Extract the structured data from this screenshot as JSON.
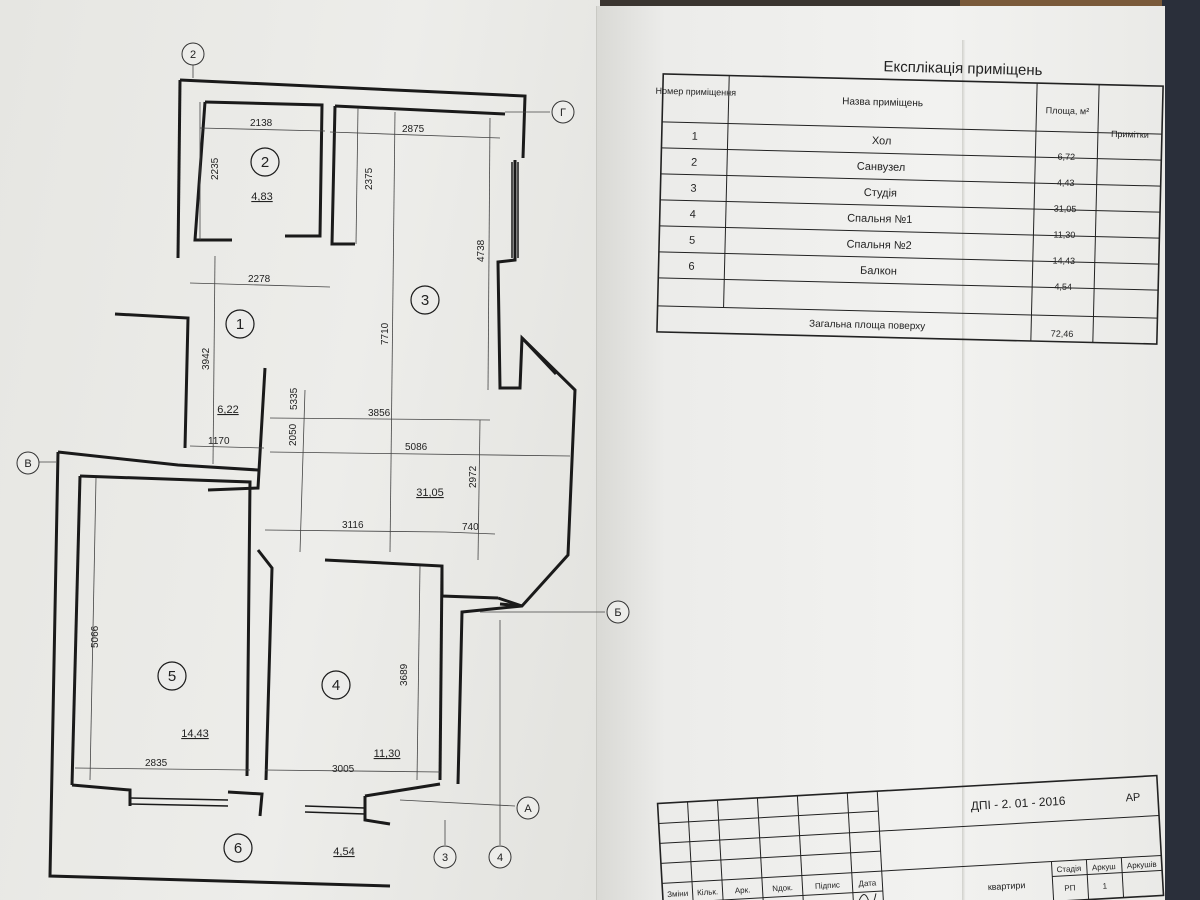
{
  "plan": {
    "axes": {
      "a2": "2",
      "g": "Г",
      "v": "В",
      "b": "Б",
      "a": "А",
      "a3": "3",
      "a4": "4"
    },
    "rooms": [
      {
        "num": "1",
        "area": "6,22"
      },
      {
        "num": "2",
        "area": "4,83"
      },
      {
        "num": "3",
        "area": "31,05"
      },
      {
        "num": "4",
        "area": "11,30"
      },
      {
        "num": "5",
        "area": "14,43"
      },
      {
        "num": "6",
        "area": "4,54"
      }
    ],
    "dims": {
      "d2138": "2138",
      "d2875": "2875",
      "d2235": "2235",
      "d2375": "2375",
      "d4738": "4738",
      "d2278": "2278",
      "d7710": "7710",
      "d3942": "3942",
      "d5335": "5335",
      "d2050": "2050",
      "d3856": "3856",
      "d1170": "1170",
      "d5086": "5086",
      "d2972": "2972",
      "d3116": "3116",
      "d740": "740",
      "d5066": "5066",
      "d3689": "3689",
      "d2835": "2835",
      "d3005": "3005"
    }
  },
  "explication": {
    "title": "Експлікація приміщень",
    "headers": {
      "num": "Номер приміщення",
      "name": "Назва приміщень",
      "area": "Площа, м²",
      "notes": "Примітки"
    },
    "rows": [
      {
        "num": "1",
        "name": "Хол",
        "area": "6,72"
      },
      {
        "num": "2",
        "name": "Санвузел",
        "area": "4,43"
      },
      {
        "num": "3",
        "name": "Студія",
        "area": "31,05"
      },
      {
        "num": "4",
        "name": "Спальня №1",
        "area": "11,30"
      },
      {
        "num": "5",
        "name": "Спальня №2",
        "area": "14,43"
      },
      {
        "num": "6",
        "name": "Балкон",
        "area": "4,54"
      }
    ],
    "total_label": "Загальна площа поверху",
    "total_value": "72,46"
  },
  "stamp": {
    "code": "ДПІ - 2. 01 - 2016",
    "sheet_type": "АР",
    "cols": [
      "Зміни",
      "Кільк.",
      "Арк.",
      "Nдок.",
      "Підпис",
      "Дата"
    ],
    "stage_label": "Стадія",
    "sheet_label": "Аркуш",
    "sheets_label": "Аркушів",
    "stage": "РП",
    "sheet": "1",
    "partial": "квартири"
  }
}
